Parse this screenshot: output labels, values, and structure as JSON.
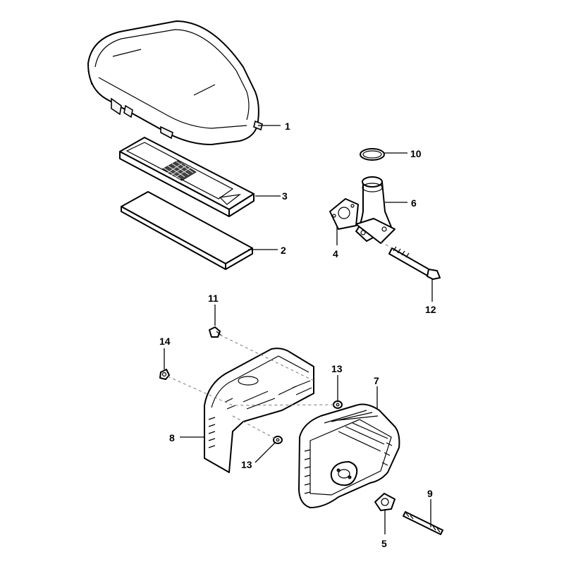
{
  "callouts": {
    "c1": "1",
    "c2": "2",
    "c3": "3",
    "c4": "4",
    "c5": "5",
    "c6": "6",
    "c7": "7",
    "c8": "8",
    "c9": "9",
    "c10": "10",
    "c11": "11",
    "c12": "12",
    "c13a": "13",
    "c13b": "13",
    "c14": "14"
  }
}
